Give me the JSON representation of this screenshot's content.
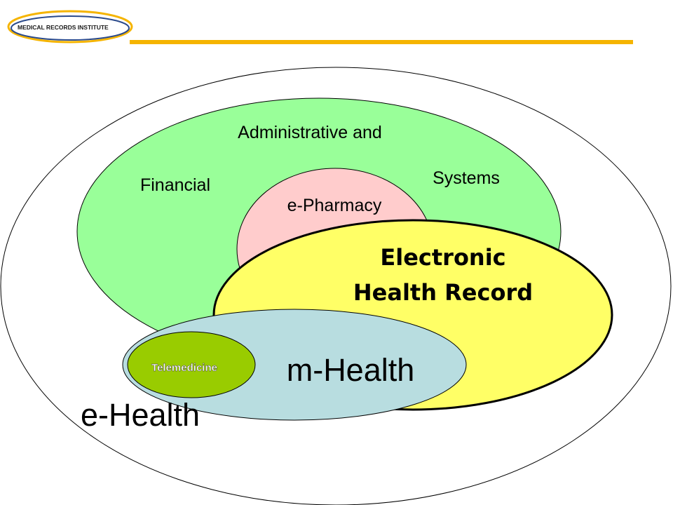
{
  "header": {
    "logo_text": "MEDICAL RECORDS INSTITUTE",
    "accent_color": "#f5b400"
  },
  "diagram": {
    "outer": {
      "label": "e-Health",
      "fill": "#ffffff"
    },
    "admin": {
      "label_line1": "Administrative and",
      "label_financial": "Financial",
      "label_systems": "Systems",
      "fill": "#99ff99"
    },
    "pharmacy": {
      "label": "e-Pharmacy",
      "fill": "#ffcccc"
    },
    "ehr": {
      "label_line1": "Electronic",
      "label_line2": "Health Record",
      "fill": "#ffff66"
    },
    "mhealth": {
      "label": "m-Health",
      "fill": "#b8dde0"
    },
    "telemedicine": {
      "label": "Telemedicine",
      "fill": "#99cc00"
    }
  }
}
